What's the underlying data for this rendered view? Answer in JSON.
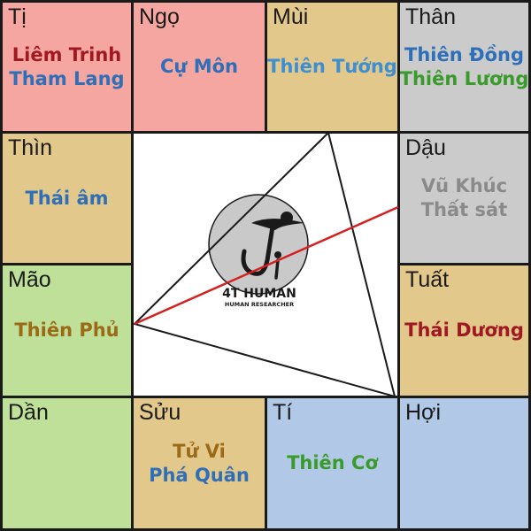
{
  "cells": {
    "ti": {
      "name": "Tị",
      "stars": [
        {
          "text": "Liêm Trinh",
          "color": "#a01822"
        },
        {
          "text": "Tham Lang",
          "color": "#2f6fb7"
        }
      ],
      "bg": "#f5a6a0"
    },
    "ngo": {
      "name": "Ngọ",
      "stars": [
        {
          "text": "Cự Môn",
          "color": "#2f6fb7"
        }
      ],
      "bg": "#f5a6a0"
    },
    "mui": {
      "name": "Mùi",
      "stars": [
        {
          "text": "Thiên Tướng",
          "color": "#3d8fd1"
        }
      ],
      "bg": "#e3c88c"
    },
    "than": {
      "name": "Thân",
      "stars": [
        {
          "text": "Thiên Đồng",
          "color": "#2f6fb7"
        },
        {
          "text": "Thiên Lương",
          "color": "#3a9a2b"
        }
      ],
      "bg": "#cbcbcb"
    },
    "thin": {
      "name": "Thìn",
      "stars": [
        {
          "text": "Thái âm",
          "color": "#2f6fb7"
        }
      ],
      "bg": "#e3c88c"
    },
    "dau": {
      "name": "Dậu",
      "stars": [
        {
          "text": "Vũ Khúc",
          "color": "#8a8a8a"
        },
        {
          "text": "Thất sát",
          "color": "#8a8a8a"
        }
      ],
      "bg": "#cbcbcb"
    },
    "mao": {
      "name": "Mão",
      "stars": [
        {
          "text": "Thiên Phủ",
          "color": "#9b6a16"
        }
      ],
      "bg": "#bfe098"
    },
    "tuat": {
      "name": "Tuất",
      "stars": [
        {
          "text": "Thái Dương",
          "color": "#a01822"
        }
      ],
      "bg": "#e3c88c"
    },
    "dan": {
      "name": "Dần",
      "stars": [],
      "bg": "#bfe098"
    },
    "suu": {
      "name": "Sửu",
      "stars": [
        {
          "text": "Tử Vi",
          "color": "#9b6a16"
        },
        {
          "text": "Phá Quân",
          "color": "#2f6fb7"
        }
      ],
      "bg": "#e3c88c"
    },
    "ti2": {
      "name": "Tí",
      "stars": [
        {
          "text": "Thiên Cơ",
          "color": "#3a9a2b"
        }
      ],
      "bg": "#b1c9e6"
    },
    "hoi": {
      "name": "Hợi",
      "stars": [],
      "bg": "#b1c9e6"
    }
  },
  "logo": {
    "title": "4T HUMAN",
    "subtitle": "HUMAN RESEARCHER",
    "circle_color": "#c9c9c9"
  },
  "lines": {
    "triangle_color": "#1a1a1a",
    "axis_color": "#d61f1f"
  }
}
